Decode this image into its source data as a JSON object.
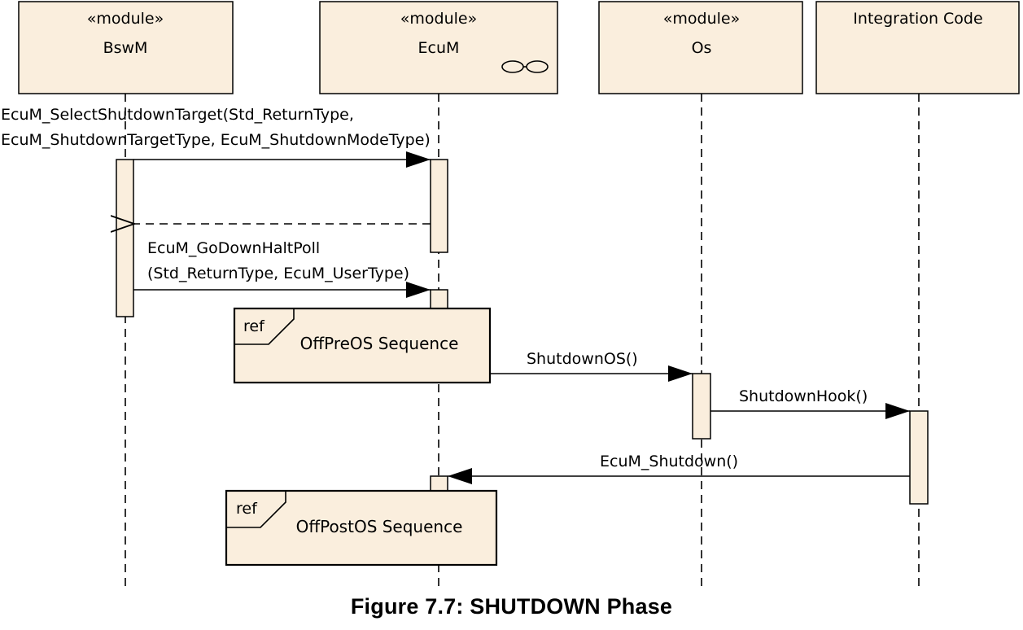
{
  "colors": {
    "fill": "#faeedd",
    "stroke": "#000000"
  },
  "participants": [
    {
      "id": "bswm",
      "stereotype": "«module»",
      "name": "BswM",
      "icon": ""
    },
    {
      "id": "ecum",
      "stereotype": "«module»",
      "name": "EcuM",
      "icon": "multiplicity-glasses-icon"
    },
    {
      "id": "os",
      "stereotype": "«module»",
      "name": "Os",
      "icon": ""
    },
    {
      "id": "integration",
      "stereotype": "",
      "name": "Integration Code",
      "icon": ""
    }
  ],
  "messages": [
    {
      "id": "select-shutdown-target",
      "from": "bswm",
      "to": "ecum",
      "kind": "sync",
      "label": [
        "EcuM_SelectShutdownTarget(Std_ReturnType,",
        "EcuM_ShutdownTargetType, EcuM_ShutdownModeType)"
      ]
    },
    {
      "id": "select-shutdown-target-return",
      "from": "ecum",
      "to": "bswm",
      "kind": "return",
      "label": []
    },
    {
      "id": "go-down-halt-poll",
      "from": "bswm",
      "to": "ecum",
      "kind": "sync",
      "label": [
        "EcuM_GoDownHaltPoll",
        "(Std_ReturnType, EcuM_UserType)"
      ]
    },
    {
      "id": "shutdown-os",
      "from": "ecum",
      "to": "os",
      "kind": "sync",
      "label": [
        "ShutdownOS()"
      ]
    },
    {
      "id": "shutdown-hook",
      "from": "os",
      "to": "integration",
      "kind": "sync",
      "label": [
        "ShutdownHook()"
      ]
    },
    {
      "id": "ecum-shutdown",
      "from": "integration",
      "to": "ecum",
      "kind": "sync",
      "label": [
        "EcuM_Shutdown()"
      ]
    }
  ],
  "references": [
    {
      "id": "offpreos",
      "tag": "ref",
      "text": "OffPreOS Sequence"
    },
    {
      "id": "offpostos",
      "tag": "ref",
      "text": "OffPostOS Sequence"
    }
  ],
  "caption": "Figure 7.7: SHUTDOWN Phase"
}
